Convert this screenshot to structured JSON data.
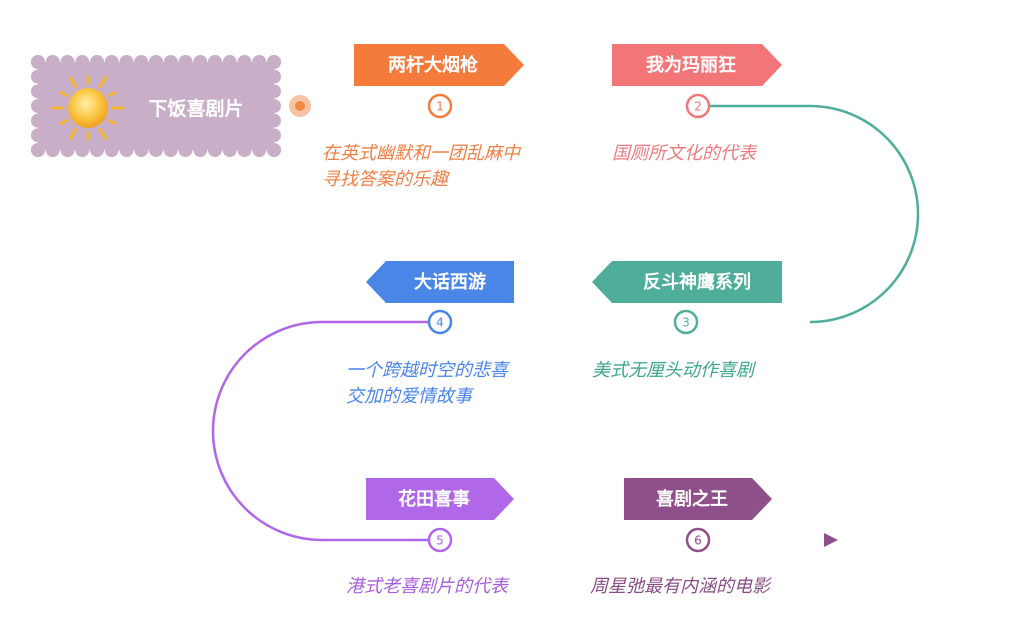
{
  "title": "下饭喜剧片",
  "colors": {
    "badge": "#c8aec6",
    "sun": "#f7b733",
    "segment1": "#ef8a4a",
    "segment2": "#f07f86",
    "segment3": "#4fae9a",
    "segment4": "#4a86e8",
    "segment5": "#b067e8",
    "segment6": "#8e4f8a"
  },
  "items": [
    {
      "num": "1",
      "tag": "两杆大烟枪",
      "desc": [
        "在英式幽默和一团乱麻中",
        "寻找答案的乐趣"
      ],
      "color": "#f47b3c",
      "descColor": "#ef8046"
    },
    {
      "num": "2",
      "tag": "我为玛丽狂",
      "desc": [
        "国厕所文化的代表"
      ],
      "color": "#f27578",
      "descColor": "#ef7a7d"
    },
    {
      "num": "3",
      "tag": "反斗神鹰系列",
      "desc": [
        "美式无厘头动作喜剧"
      ],
      "color": "#4fae9a",
      "descColor": "#3fa58f"
    },
    {
      "num": "4",
      "tag": "大话西游",
      "desc": [
        "一个跨越时空的悲喜",
        "交加的爱情故事"
      ],
      "color": "#4a86e8",
      "descColor": "#4a86e8"
    },
    {
      "num": "5",
      "tag": "花田喜事",
      "desc": [
        "港式老喜剧片的代表"
      ],
      "color": "#b067e8",
      "descColor": "#a85fdf"
    },
    {
      "num": "6",
      "tag": "喜剧之王",
      "desc": [
        "周星弛最有内涵的电影"
      ],
      "color": "#8e4f8a",
      "descColor": "#8a4c86"
    }
  ]
}
